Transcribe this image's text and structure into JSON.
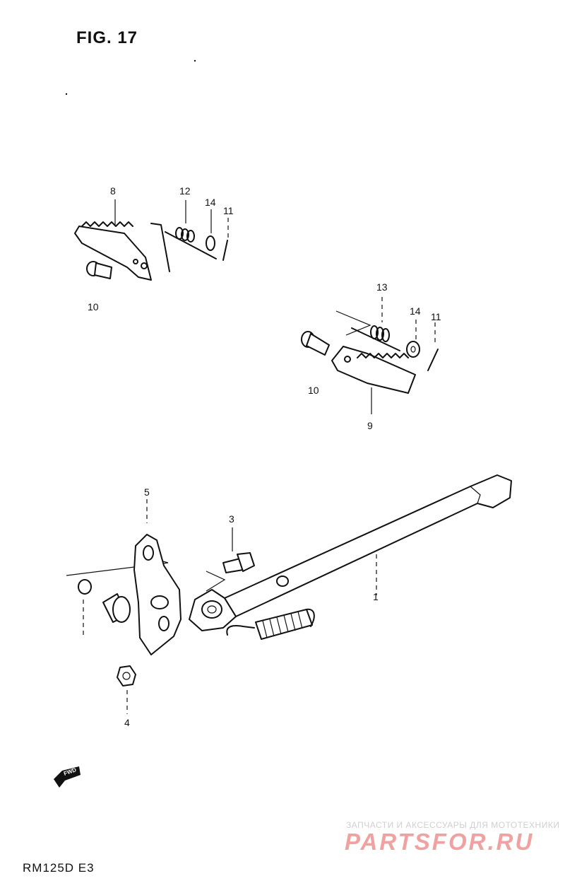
{
  "figure_title": "FIG. 17",
  "model_code": "RM125D E3",
  "fwd_label": "FWD",
  "watermark": {
    "tagline": "ЗАПЧАСТИ И АКСЕССУАРЫ ДЛЯ МОТОТЕХНИКИ",
    "brand": "PARTSFOR.RU"
  },
  "callouts": {
    "c8": "8",
    "c12": "12",
    "c14a": "14",
    "c11a": "11",
    "c10a": "10",
    "c13": "13",
    "c14b": "14",
    "c11b": "11",
    "c10b": "10",
    "c9": "9",
    "c5": "5",
    "c3": "3",
    "c1": "1",
    "c4": "4"
  }
}
